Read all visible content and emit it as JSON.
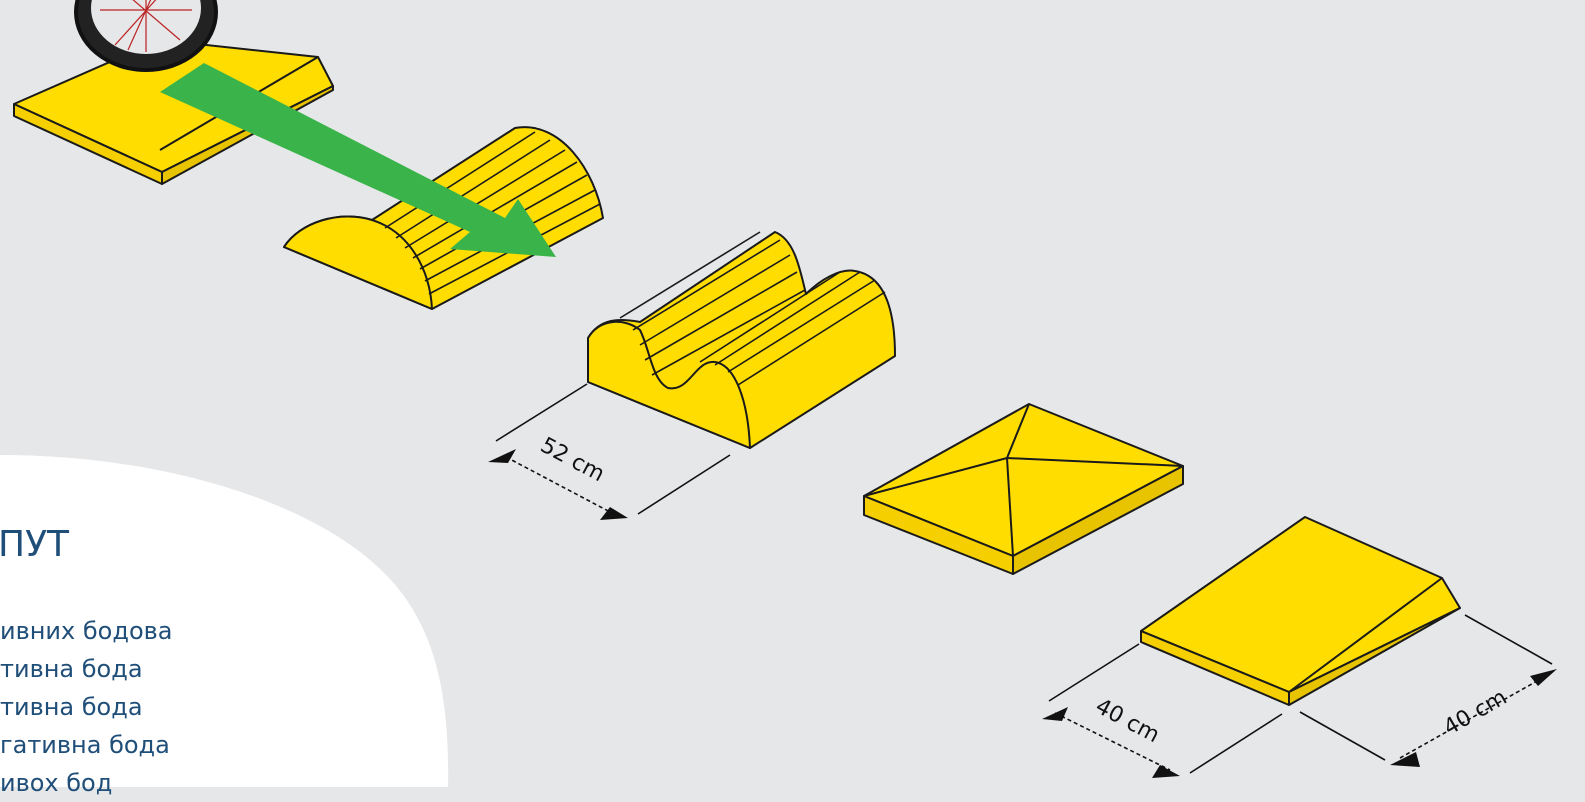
{
  "legend": {
    "title": "ПУТ",
    "items": [
      "ивних бодова",
      "тивна бода",
      "тивна бода",
      "гативна бода",
      "ивох бод"
    ]
  },
  "dimensions": {
    "bumps_width": "52 cm",
    "ramp_width": "40 cm",
    "ramp_depth": "40 cm"
  },
  "colors": {
    "background": "#e6e7e9",
    "obstacle_fill": "#ffdd00",
    "outline": "#1a1a1a",
    "arrow": "#3ab44a",
    "panel": "#ffffff",
    "text": "#1f4e79"
  }
}
